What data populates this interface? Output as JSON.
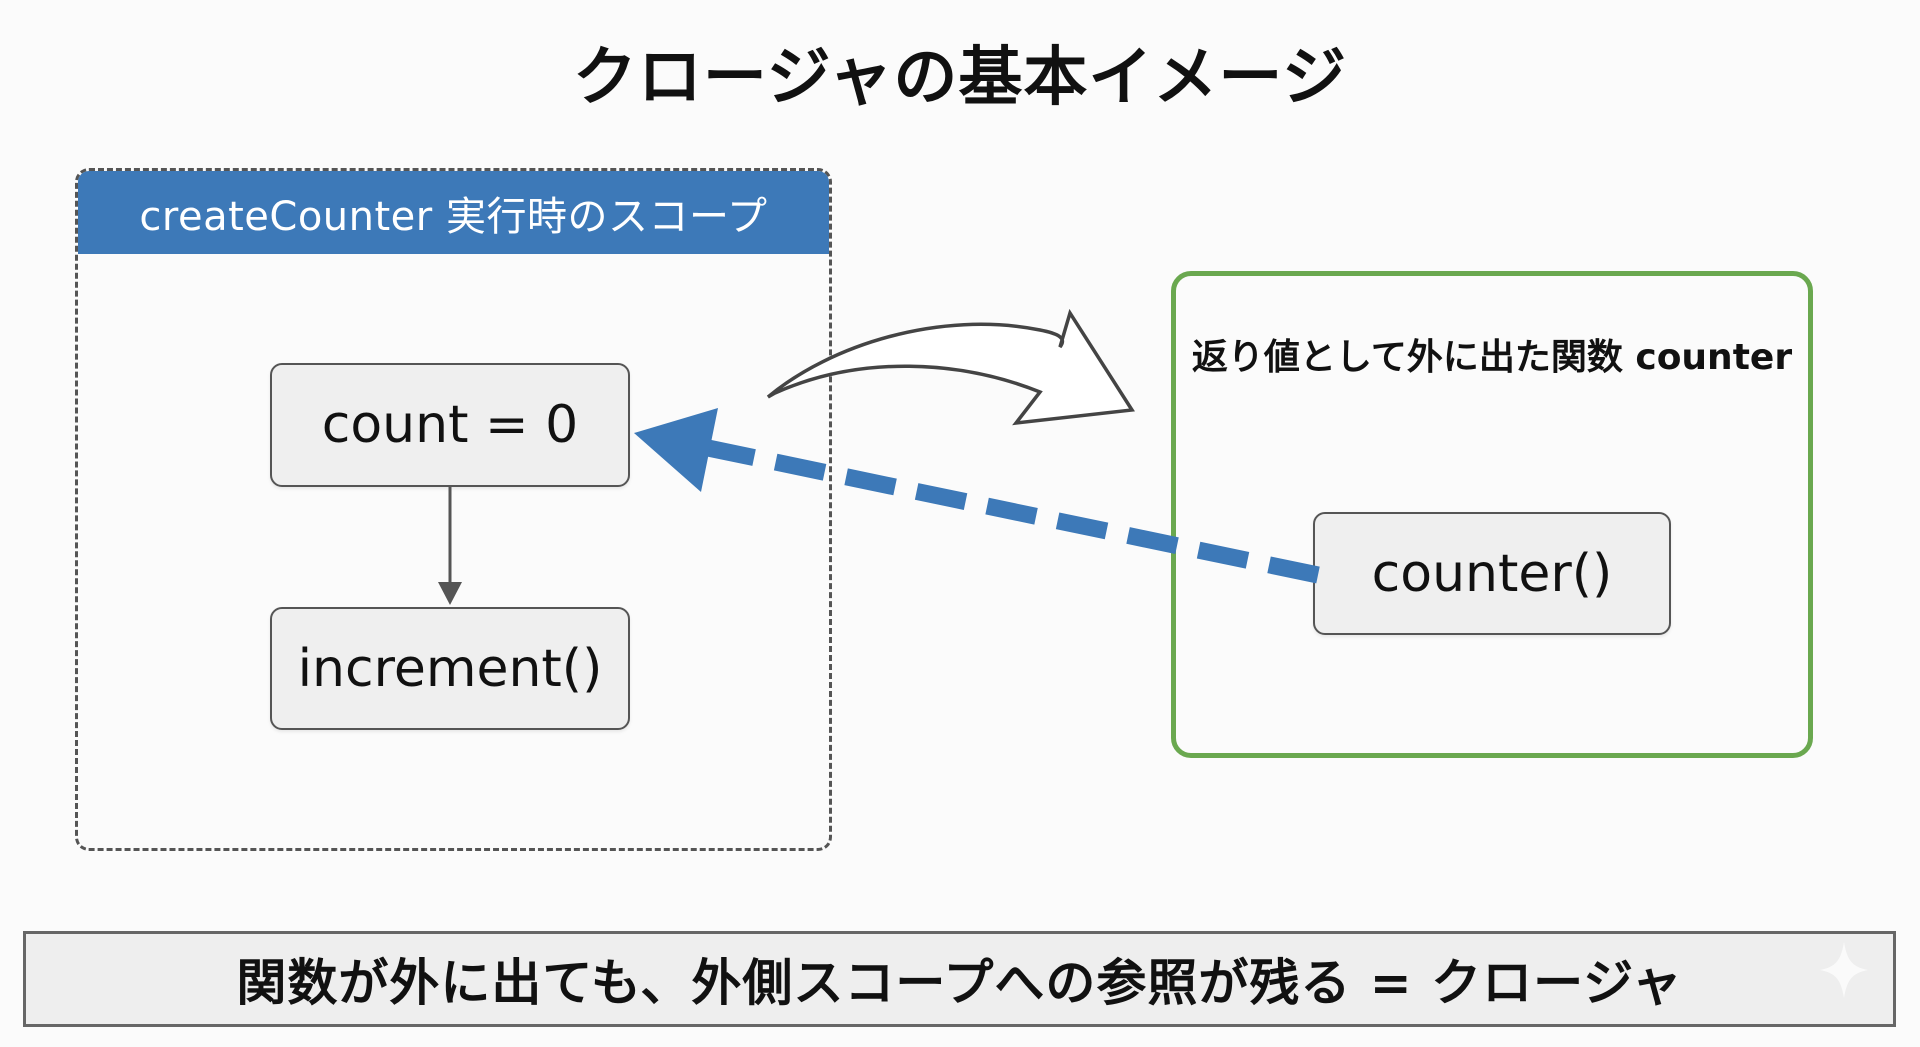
{
  "title": "クロージャの基本イメージ",
  "scope": {
    "header": "createCounter 実行時のスコープ",
    "nodes": {
      "count": "count = 0",
      "increment": "increment()"
    }
  },
  "returned": {
    "label": "返り値として外に出た関数 counter",
    "node": "counter()"
  },
  "summary": "関数が外に出ても、外側スコープへの参照が残る = クロージャ",
  "colors": {
    "scope_header": "#3d79b8",
    "reference_arrow": "#3d79b8",
    "outer_border": "#6aa84f",
    "node_fill": "#efefef"
  },
  "icons": {
    "return_arrow": "curved-hollow-arrow",
    "reference_arrow": "dashed-blue-arrow",
    "flow_arrow": "down-arrow",
    "watermark": "sparkle-icon"
  }
}
